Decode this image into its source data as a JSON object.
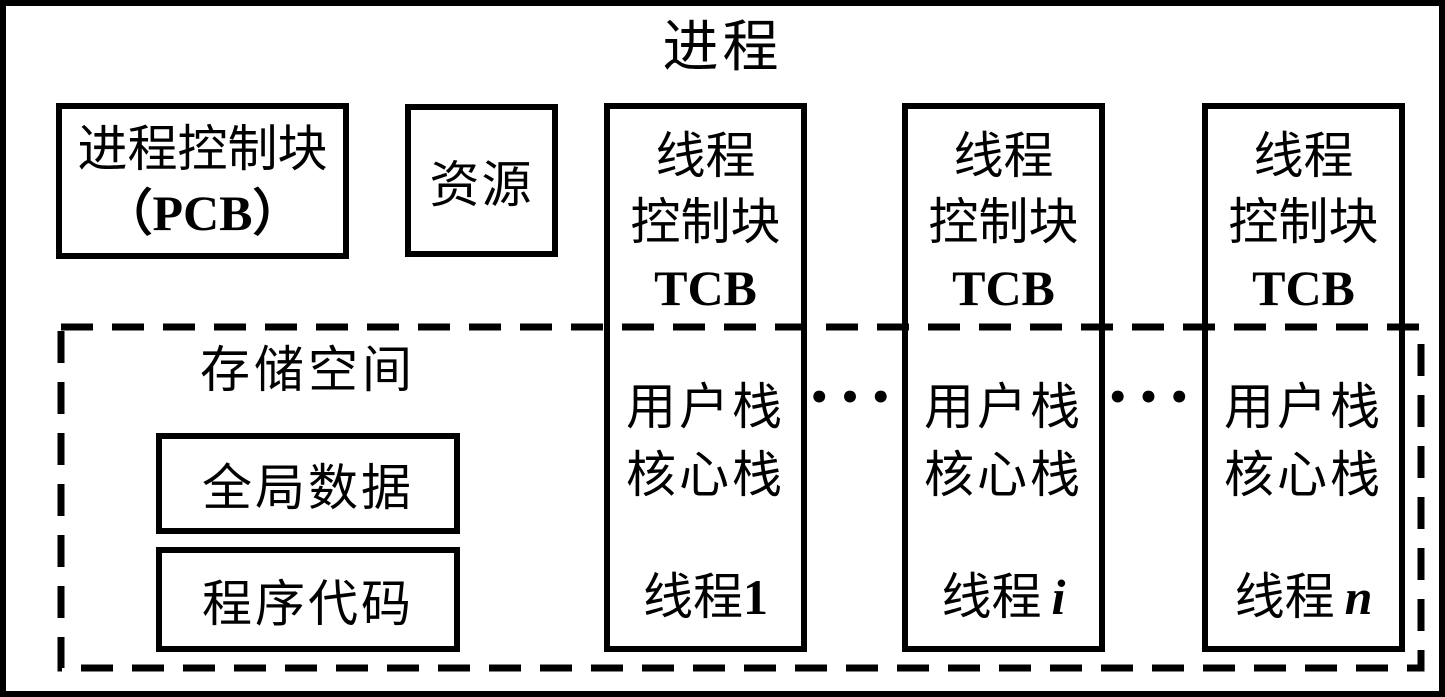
{
  "colors": {
    "foreground": "#000000",
    "background": "#ffffff"
  },
  "diagram": {
    "title": "进程",
    "pcb_box": {
      "line1": "进程控制块",
      "line2": "（PCB）"
    },
    "resource_box": {
      "label": "资源"
    },
    "storage": {
      "label": "存储空间",
      "global_data": "全局数据",
      "program_code": "程序代码"
    },
    "threads": [
      {
        "tcb_line1": "线程",
        "tcb_line2": "控制块",
        "tcb_line3": "TCB",
        "stack1": "用户栈",
        "stack2": "核心栈",
        "name_prefix": "线程",
        "name_suffix": "1"
      },
      {
        "tcb_line1": "线程",
        "tcb_line2": "控制块",
        "tcb_line3": "TCB",
        "stack1": "用户栈",
        "stack2": "核心栈",
        "name_prefix": "线程",
        "name_suffix": "i"
      },
      {
        "tcb_line1": "线程",
        "tcb_line2": "控制块",
        "tcb_line3": "TCB",
        "stack1": "用户栈",
        "stack2": "核心栈",
        "name_prefix": "线程",
        "name_suffix": "n"
      }
    ],
    "ellipsis": "•••"
  }
}
